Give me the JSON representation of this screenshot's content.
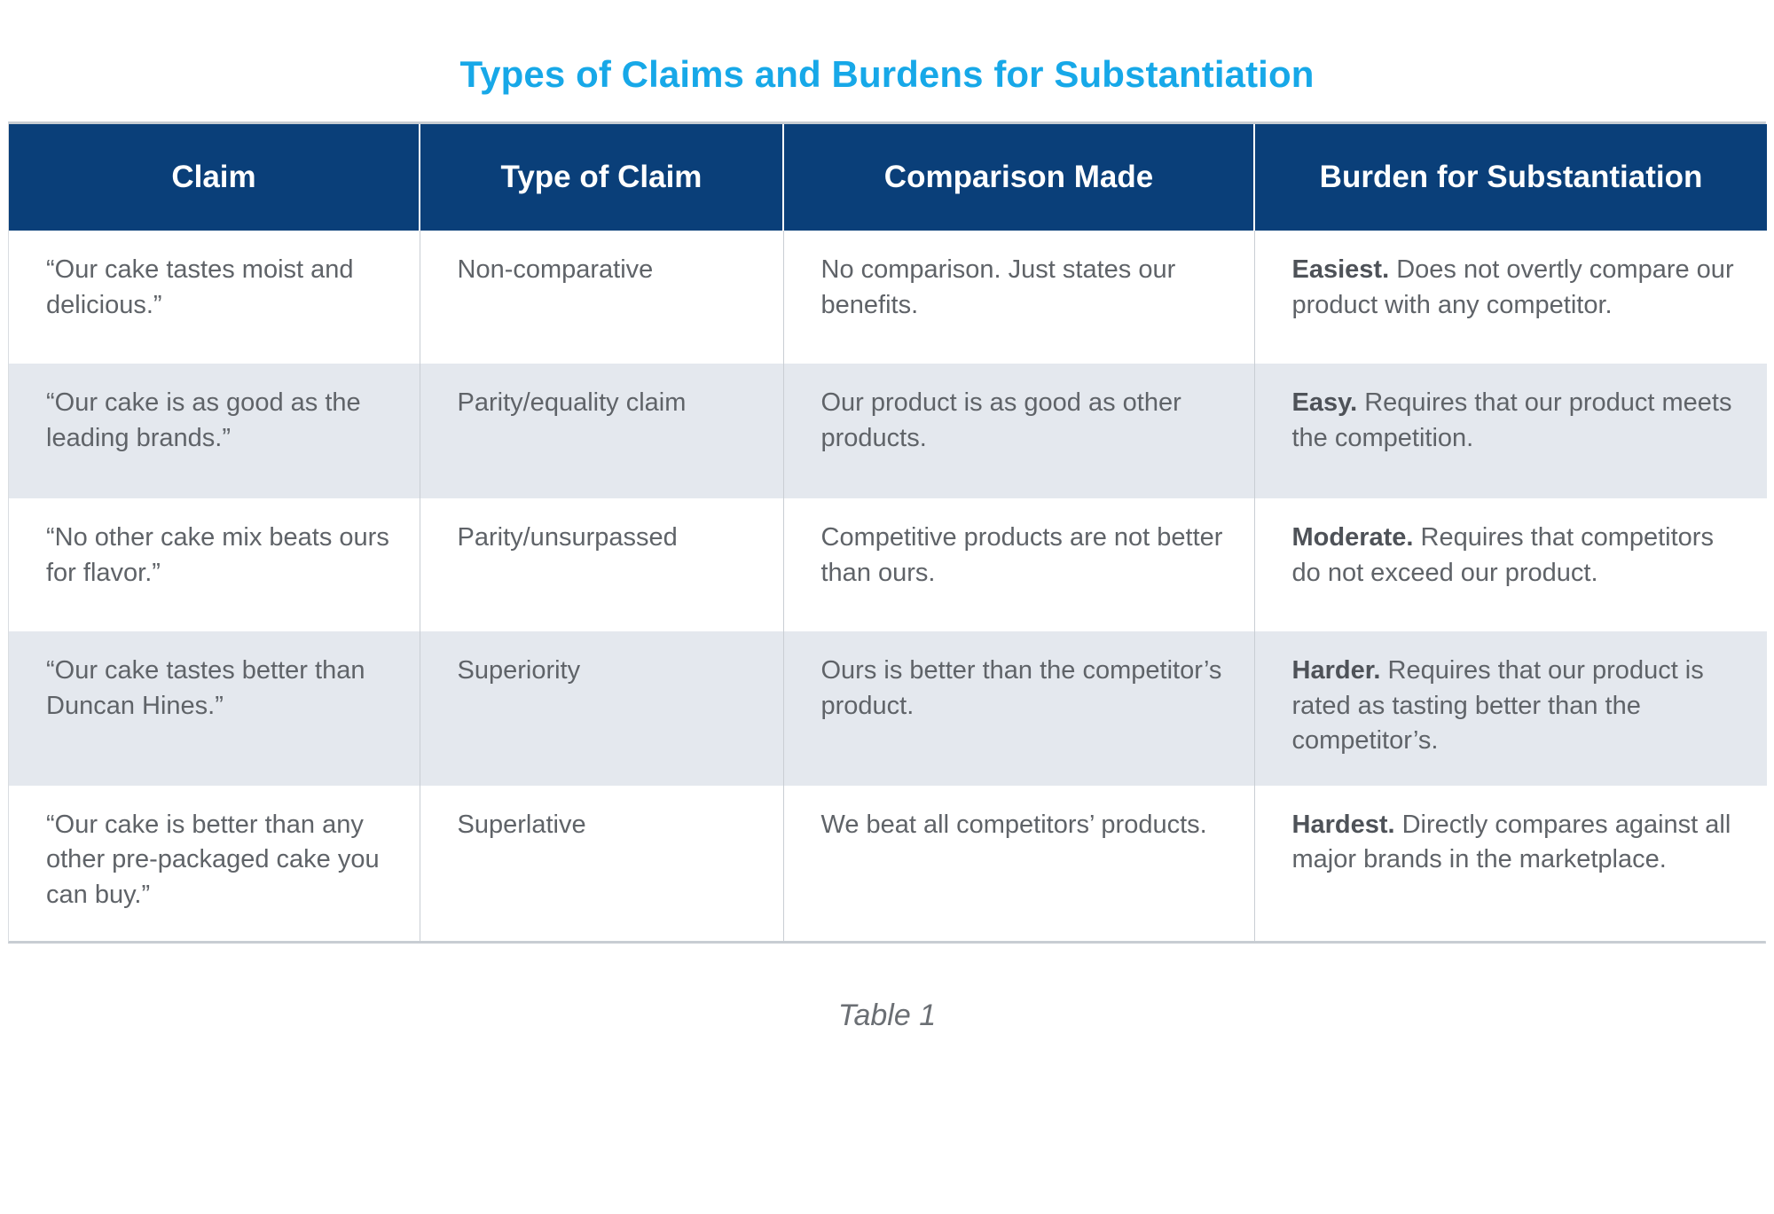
{
  "title": "Types of Claims and Burdens for Substantiation",
  "caption": "Table 1",
  "colors": {
    "title": "#17A8E8",
    "header_bg": "#0a3f79",
    "header_text": "#ffffff",
    "row_shaded_bg": "#e4e8ee",
    "row_plain_bg": "#ffffff",
    "body_text": "#5f6368",
    "border": "#c9ced4"
  },
  "table": {
    "headers": [
      "Claim",
      "Type of Claim",
      "Comparison Made",
      "Burden for Substantiation"
    ],
    "rows": [
      {
        "claim": "“Our cake tastes moist and delicious.”",
        "type": "Non-comparative",
        "comparison": "No comparison. Just states our benefits.",
        "burden_lead": "Easiest.",
        "burden_rest": " Does not overtly compare our product with any competitor."
      },
      {
        "claim": "“Our cake is as good as the leading brands.”",
        "type": "Parity/equality claim",
        "comparison": "Our product is as good as other products.",
        "burden_lead": "Easy.",
        "burden_rest": " Requires that our product meets the competition."
      },
      {
        "claim": "“No other cake mix beats ours for flavor.”",
        "type": "Parity/unsurpassed",
        "comparison": "Competitive products are not better than ours.",
        "burden_lead": "Moderate.",
        "burden_rest": " Requires that competitors do not exceed our product."
      },
      {
        "claim": "“Our cake tastes better than Duncan Hines.”",
        "type": "Superiority",
        "comparison": "Ours is better than the competitor’s product.",
        "burden_lead": "Harder.",
        "burden_rest": " Requires that our product is rated as tasting better than the competitor’s."
      },
      {
        "claim": "“Our cake is better than any other pre-packaged cake you can buy.”",
        "type": "Superlative",
        "comparison": "We beat all competitors’ products.",
        "burden_lead": "Hardest.",
        "burden_rest": " Directly compares against all major brands in the marketplace."
      }
    ]
  }
}
